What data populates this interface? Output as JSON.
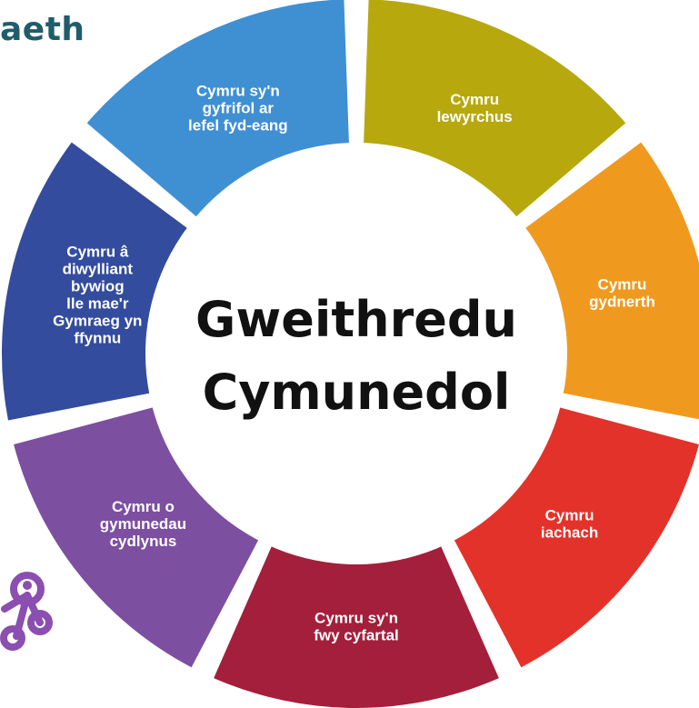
{
  "header": {
    "fragment": "aeth"
  },
  "wheel": {
    "center_lines": [
      "Gweithredu",
      "Cymunedol"
    ],
    "segments": [
      {
        "lines": [
          "Cymru",
          "lewyrchus"
        ],
        "color": "#b7a80e"
      },
      {
        "lines": [
          "Cymru",
          "gydnerth"
        ],
        "color": "#ef9a1e"
      },
      {
        "lines": [
          "Cymru",
          "iachach"
        ],
        "color": "#e3322a"
      },
      {
        "lines": [
          "Cymru sy'n",
          "fwy cyfartal"
        ],
        "color": "#a41f3b"
      },
      {
        "lines": [
          "Cymru o",
          "gymunedau",
          "cydlynus"
        ],
        "color": "#7c4fa0"
      },
      {
        "lines": [
          "Cymru â",
          "diwylliant",
          "bywiog",
          "lle mae'r",
          "Gymraeg yn",
          "ffynnu"
        ],
        "color": "#334c9d"
      },
      {
        "lines": [
          "Cymru sy'n",
          "gyfrifol ar",
          "lefel fyd-eang"
        ],
        "color": "#3f8fd3"
      }
    ]
  },
  "icons": {
    "corner": "network-people-icon",
    "corner_color": "#8a4fb0"
  }
}
